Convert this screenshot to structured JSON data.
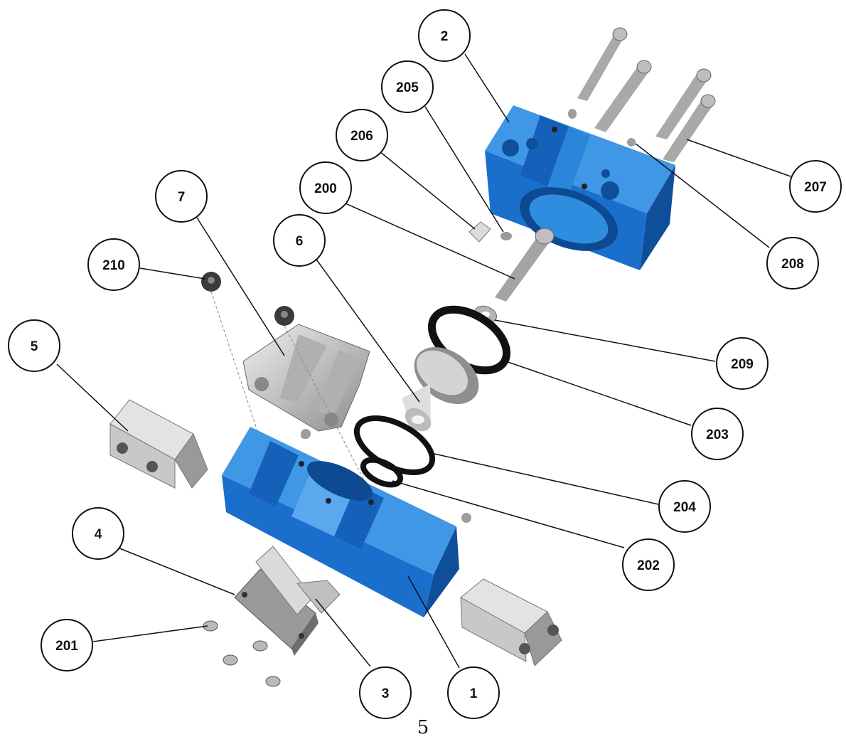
{
  "diagram": {
    "callouts": [
      {
        "id": "c2",
        "label": "2"
      },
      {
        "id": "c205",
        "label": "205"
      },
      {
        "id": "c206",
        "label": "206"
      },
      {
        "id": "c207",
        "label": "207"
      },
      {
        "id": "c200",
        "label": "200"
      },
      {
        "id": "c7",
        "label": "7"
      },
      {
        "id": "c6",
        "label": "6"
      },
      {
        "id": "c210",
        "label": "210"
      },
      {
        "id": "c208",
        "label": "208"
      },
      {
        "id": "c5",
        "label": "5"
      },
      {
        "id": "c209",
        "label": "209"
      },
      {
        "id": "c203",
        "label": "203"
      },
      {
        "id": "c204",
        "label": "204"
      },
      {
        "id": "c4",
        "label": "4"
      },
      {
        "id": "c202",
        "label": "202"
      },
      {
        "id": "c201",
        "label": "201"
      },
      {
        "id": "c3",
        "label": "3"
      },
      {
        "id": "c1",
        "label": "1"
      }
    ],
    "colors": {
      "blue": "#1f78d1",
      "blue_dark": "#0f4f99",
      "blue_light": "#5aa9ef",
      "metal": "#c9c9c9",
      "metal_dark": "#7d7d7d",
      "ring": "#111111"
    }
  },
  "page": {
    "number": "5"
  }
}
